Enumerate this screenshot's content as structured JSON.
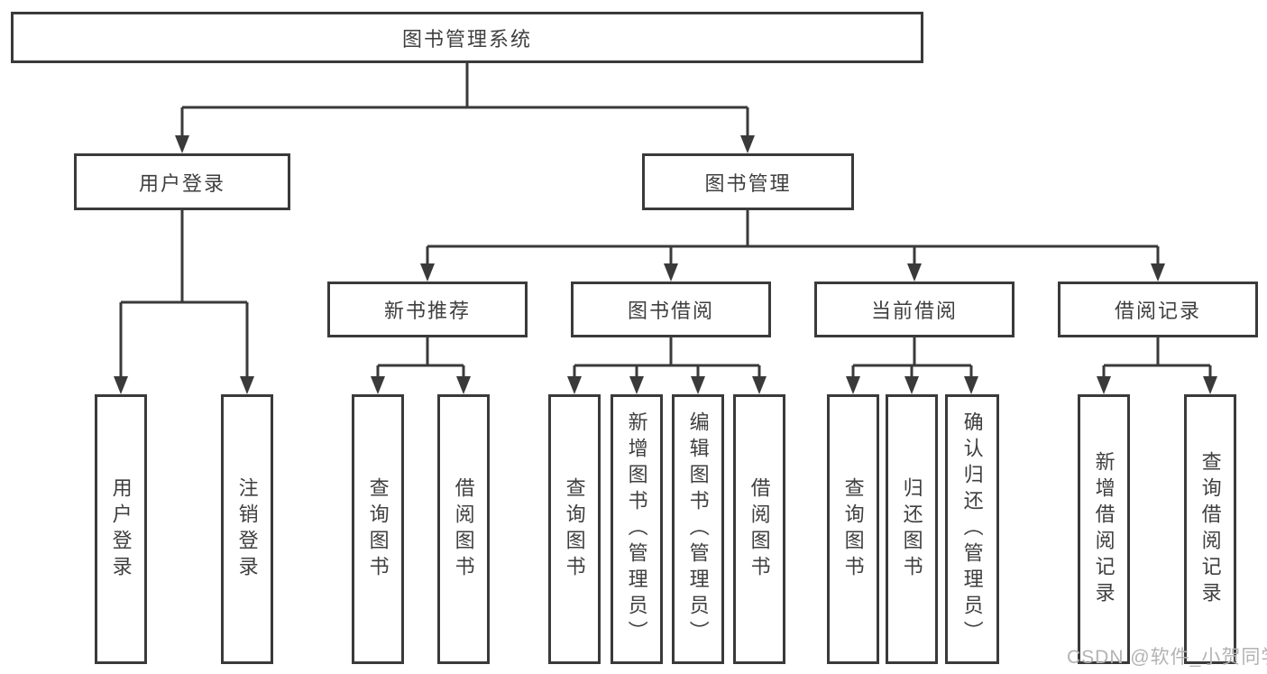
{
  "tree": {
    "root": {
      "label": "图书管理系统",
      "children": [
        {
          "label": "用户登录",
          "children": [
            {
              "label": "用户登录"
            },
            {
              "label": "注销登录"
            }
          ]
        },
        {
          "label": "图书管理",
          "children": [
            {
              "label": "新书推荐",
              "children": [
                {
                  "label": "查询图书"
                },
                {
                  "label": "借阅图书"
                }
              ]
            },
            {
              "label": "图书借阅",
              "children": [
                {
                  "label": "查询图书"
                },
                {
                  "label": "新增图书（管理员）"
                },
                {
                  "label": "编辑图书（管理员）"
                },
                {
                  "label": "借阅图书"
                }
              ]
            },
            {
              "label": "当前借阅",
              "children": [
                {
                  "label": "查询图书"
                },
                {
                  "label": "归还图书"
                },
                {
                  "label": "确认归还（管理员）"
                }
              ]
            },
            {
              "label": "借阅记录",
              "children": [
                {
                  "label": "新增借阅记录"
                },
                {
                  "label": "查询借阅记录"
                }
              ]
            }
          ]
        }
      ]
    }
  },
  "watermark": {
    "text": "CSDN @软件_小贺同学"
  },
  "colors": {
    "line": "#3a3a3a",
    "box_border": "#3a3a3a",
    "text": "#3f3f3f",
    "watermark": "#b3b3b3",
    "background": "#ffffff"
  }
}
